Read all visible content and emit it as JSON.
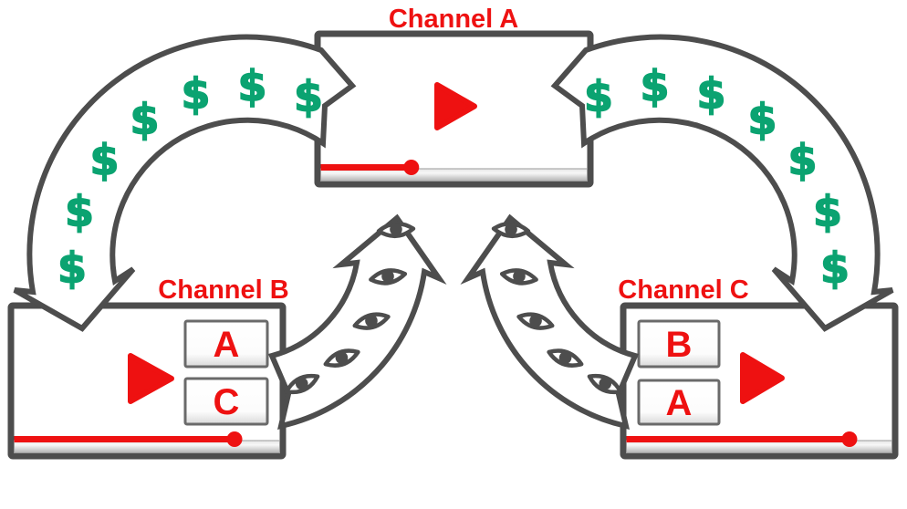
{
  "colors": {
    "red": "#ee1111",
    "green": "#0ba371",
    "outline": "#4d4d4d"
  },
  "channels": {
    "a": {
      "title": "Channel A",
      "progress": 0.34
    },
    "b": {
      "title": "Channel B",
      "progress": 0.83,
      "endscreen_cards": [
        "A",
        "C"
      ]
    },
    "c": {
      "title": "Channel C",
      "progress": 0.84,
      "endscreen_cards": [
        "B",
        "A"
      ]
    }
  },
  "arrows": {
    "money_left": {
      "from": "Channel A",
      "to": "Channel B",
      "symbol": "$",
      "icon": "dollar-icon",
      "count": 7
    },
    "money_right": {
      "from": "Channel A",
      "to": "Channel C",
      "symbol": "$",
      "icon": "dollar-icon",
      "count": 7
    },
    "views_left": {
      "from": "Channel B",
      "to": "Channel A",
      "icon": "eye-icon",
      "count": 5
    },
    "views_right": {
      "from": "Channel C",
      "to": "Channel A",
      "icon": "eye-icon",
      "count": 5
    }
  }
}
